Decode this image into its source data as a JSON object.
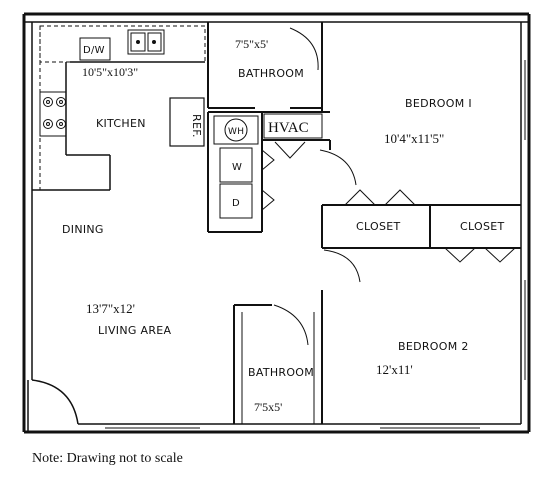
{
  "rooms": {
    "bathroom_top": {
      "name": "BATHROOM",
      "dims": "7'5\"x5'"
    },
    "bedroom1": {
      "name": "BEDROOM I",
      "dims": "10'4\"x11'5\""
    },
    "kitchen": {
      "name": "KITCHEN",
      "dims": "10'5\"x10'3\""
    },
    "dining": {
      "name": "DINING"
    },
    "living": {
      "name": "LIVING AREA",
      "dims": "13'7\"x12'"
    },
    "bathroom_bottom": {
      "name": "BATHROOM",
      "dims": "7'5x5'"
    },
    "bedroom2": {
      "name": "BEDROOM 2",
      "dims": "12'x11'"
    },
    "closet_left": {
      "name": "CLOSET"
    },
    "closet_right": {
      "name": "CLOSET"
    }
  },
  "fixtures": {
    "dishwasher": "D/W",
    "refrigerator": "REF.",
    "water_heater": "WH",
    "hvac": "HVAC",
    "washer": "W",
    "dryer": "D"
  },
  "note": "Note: Drawing not to scale"
}
